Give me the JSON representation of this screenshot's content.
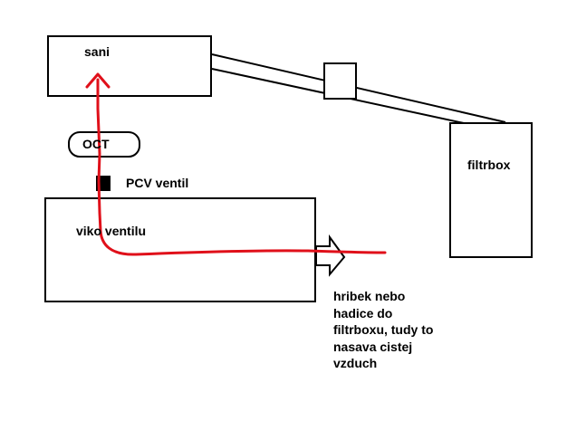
{
  "labels": {
    "sani": "sani",
    "oct": "OCT",
    "pcv_ventil": "PCV ventil",
    "viko_ventilu": "viko ventilu",
    "filtrbox": "filtrbox",
    "note_lines": [
      "hribek nebo",
      "hadice do",
      "filtrboxu, tudy to",
      "nasava cistej",
      "vzduch"
    ]
  },
  "colors": {
    "airflow": "#e0101a",
    "outline": "#000000",
    "background": "#ffffff"
  }
}
